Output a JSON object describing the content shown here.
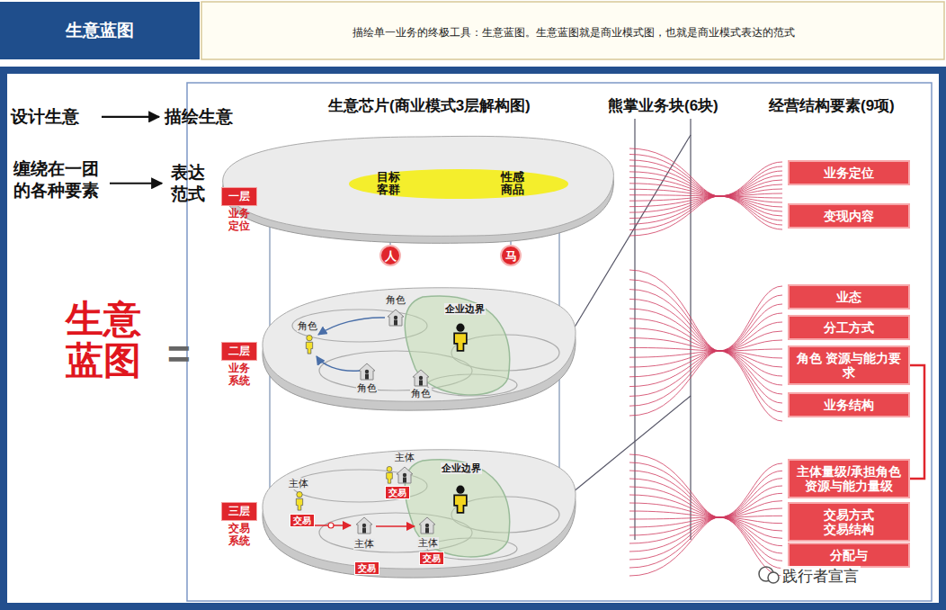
{
  "diagram": {
    "title": "生意蓝图",
    "nodes": [
      {
        "text": [
          "设计生意"
        ]
      },
      {
        "text": [
          "描绘生意"
        ]
      },
      {
        "text": [
          "缠绕在一团的各种要素"
        ]
      },
      {
        "text": [
          "表达范式"
        ]
      },
      {
        "text": [
          "一层",
          "业务定位"
        ]
      },
      {
        "text": [
          "二层",
          "业务系统"
        ]
      },
      {
        "text": [
          "三层",
          "交易系统"
        ]
      },
      {
        "text": [
          "目标客群",
          "性感商品"
        ]
      },
      {
        "text": [
          "人"
        ]
      },
      {
        "text": [
          "马"
        ]
      },
      {
        "text": [
          "业务定位"
        ]
      },
      {
        "text": [
          "变现内容"
        ]
      },
      {
        "text": [
          "业态"
        ]
      },
      {
        "text": [
          "分工方式"
        ]
      },
      {
        "text": [
          "角色 资源与能力要求"
        ]
      },
      {
        "text": [
          "业务结构"
        ]
      },
      {
        "text": [
          "主体量级/承担角色 资源与能力量级"
        ]
      },
      {
        "text": [
          "交易方式 交易结构"
        ]
      },
      {
        "text": [
          "分配与"
        ]
      },
      {
        "text": [
          "交易"
        ]
      },
      {
        "text": [
          "交易"
        ]
      },
      {
        "text": [
          "交易"
        ]
      },
      {
        "text": [
          "交易"
        ]
      }
    ],
    "edges": [
      {
        "from": 0,
        "to": 1,
        "arrow": "to"
      },
      {
        "from": 2,
        "to": 3,
        "arrow": "to"
      },
      {
        "from": 14,
        "to": 16,
        "arrow": "none"
      }
    ],
    "labels": [
      "描绘单一业务的终极工具：生意蓝图。生意蓝图就是商业模式图，也就是商业模式表达的范式",
      "生意芯片(商业模式3层解构图)",
      "熊掌业务块(6块)",
      "经营结构要素(9项)",
      "生意蓝图",
      "=",
      "角色",
      "角色",
      "角色",
      "角色",
      "企业边界",
      "主体",
      "主体",
      "主体",
      "主体",
      "企业边界",
      "践行者宣言"
    ]
  }
}
